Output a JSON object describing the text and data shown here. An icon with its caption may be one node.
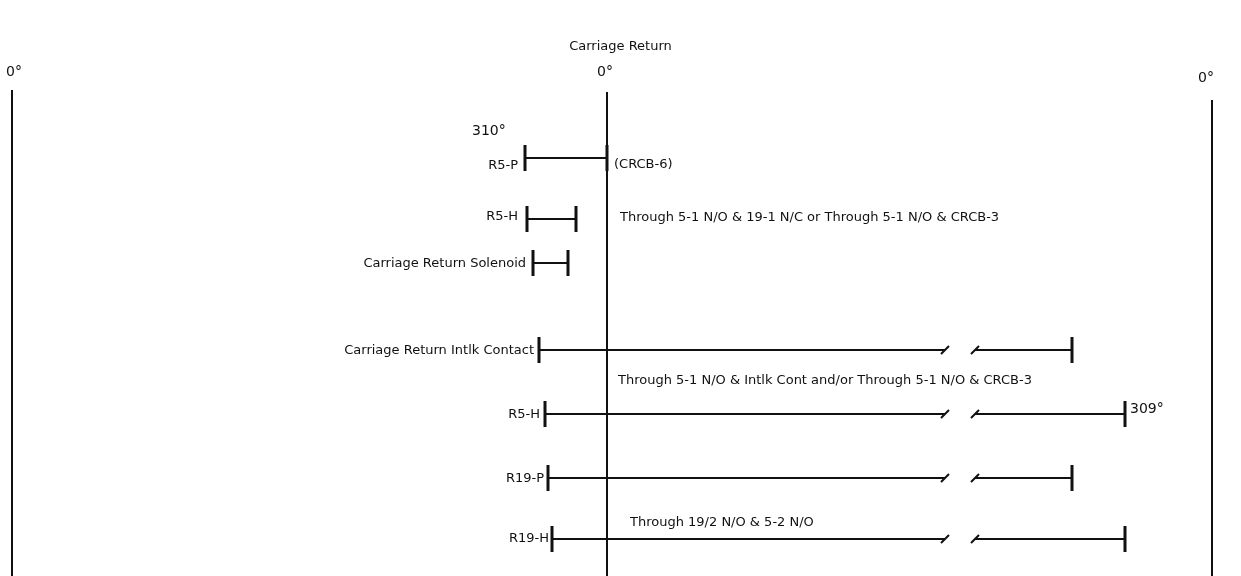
{
  "diagram": {
    "title": "Carriage Return",
    "labels": [
      "0°",
      "0°",
      "0°",
      "310°",
      "R5-P",
      "(CRCB-6)",
      "R5-H",
      "Through 5-1 N/O & 19-1 N/C or Through 5-1 N/O & CRCB-3",
      "Carriage Return Solenoid",
      "Carriage Return Intlk Contact",
      "Through 5-1 N/O & Intlk Cont and/or Through 5-1 N/O & CRCB-3",
      "R5-H",
      "309°",
      "R19-P",
      "Through 19/2 N/O & 5-2 N/O",
      "R19-H"
    ]
  }
}
